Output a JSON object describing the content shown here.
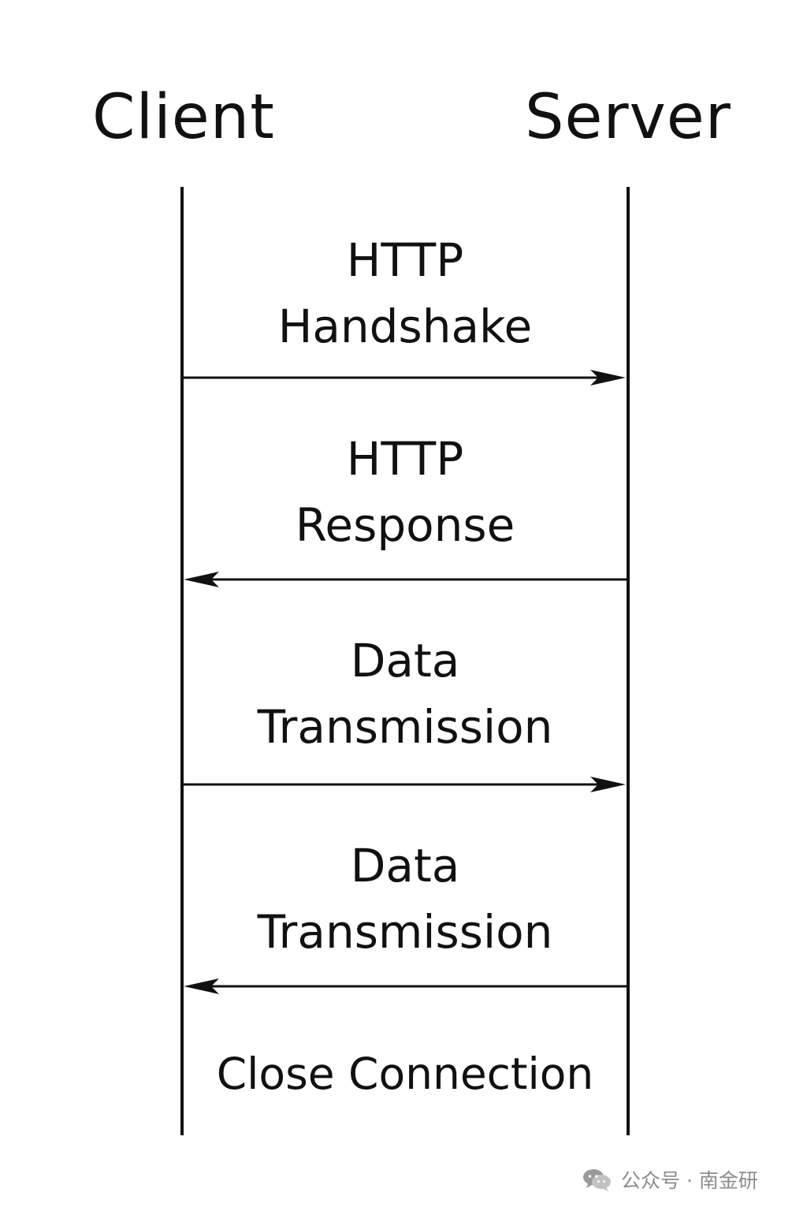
{
  "participants": {
    "client": "Client",
    "server": "Server"
  },
  "messages": [
    {
      "line1": "HTTP",
      "line2": "Handshake",
      "direction": "client-to-server"
    },
    {
      "line1": "HTTP",
      "line2": "Response",
      "direction": "server-to-client"
    },
    {
      "line1": "Data",
      "line2": "Transmission",
      "direction": "client-to-server"
    },
    {
      "line1": "Data",
      "line2": "Transmission",
      "direction": "server-to-client"
    }
  ],
  "final_step": "Close Connection",
  "watermark": {
    "icon": "wechat-icon",
    "text": "公众号 · 南金研"
  },
  "colors": {
    "line": "#111111",
    "watermark": "#8c8c8c",
    "background": "#ffffff"
  }
}
